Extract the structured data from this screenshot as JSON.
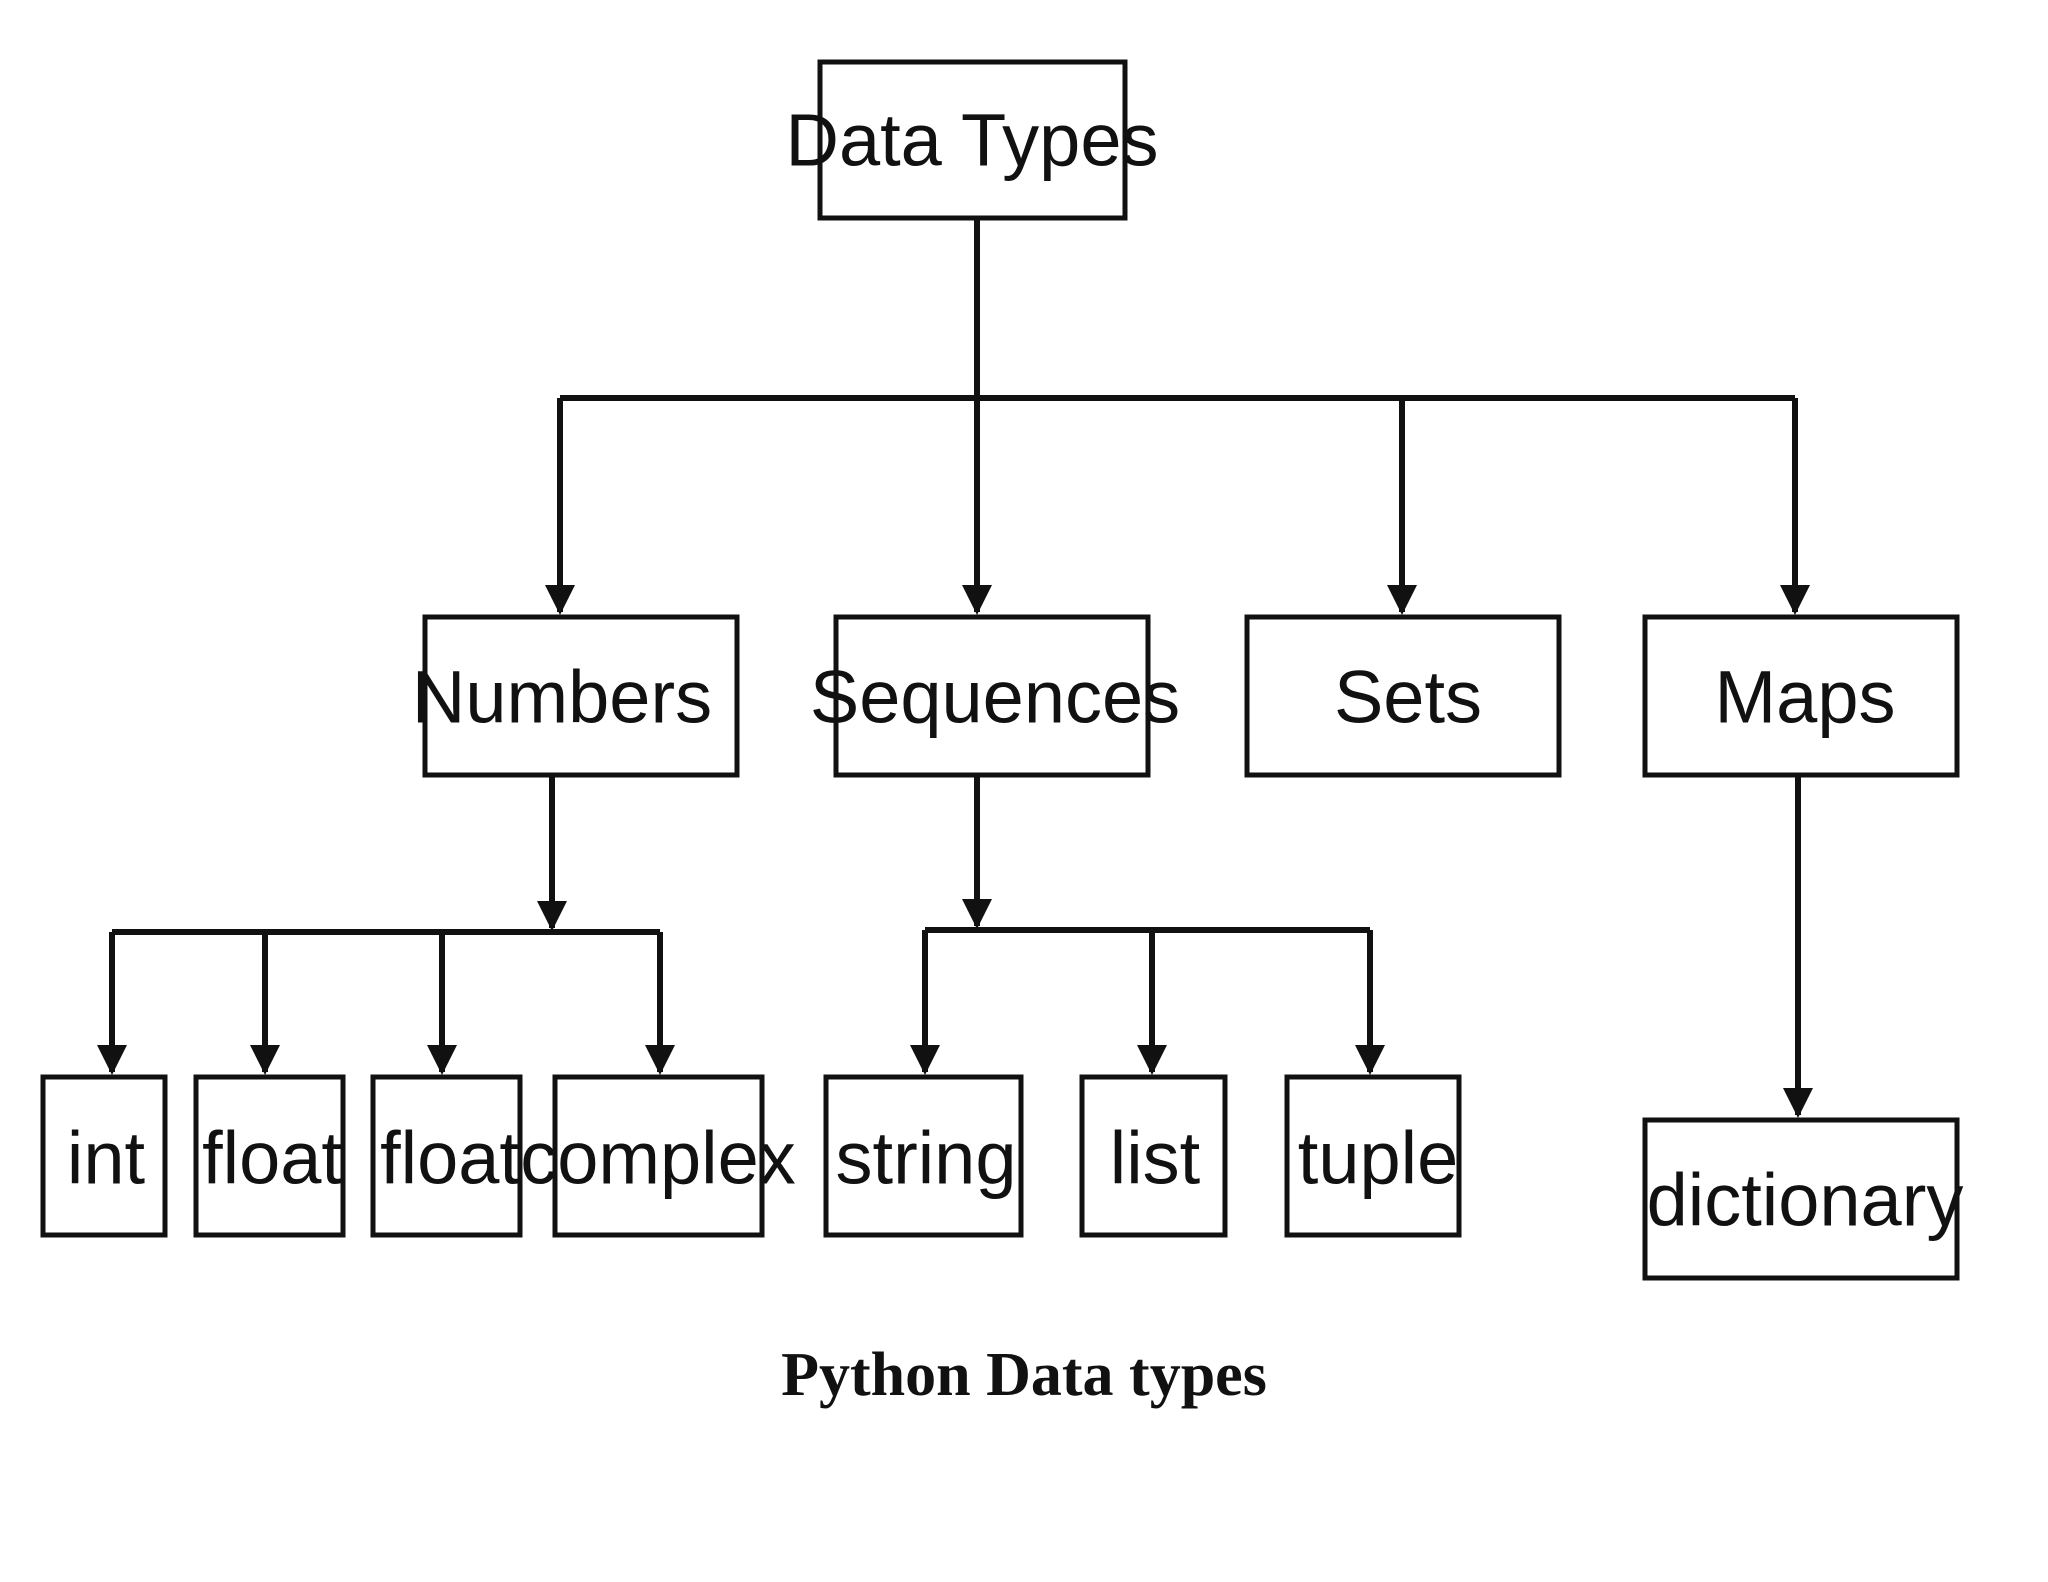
{
  "diagram": {
    "caption": "Python Data types",
    "root": {
      "id": "data-types",
      "label": "Data Types"
    },
    "categories": [
      {
        "id": "numbers",
        "label": "Numbers"
      },
      {
        "id": "sequences",
        "label": "Sequences"
      },
      {
        "id": "sets",
        "label": "Sets"
      },
      {
        "id": "maps",
        "label": "Maps"
      }
    ],
    "leaves": [
      {
        "id": "int",
        "label": "int",
        "parent": "numbers"
      },
      {
        "id": "float-1",
        "label": "float",
        "parent": "numbers"
      },
      {
        "id": "float-2",
        "label": "float",
        "parent": "numbers"
      },
      {
        "id": "complex",
        "label": "complex",
        "parent": "numbers"
      },
      {
        "id": "string",
        "label": "string",
        "parent": "sequences"
      },
      {
        "id": "list",
        "label": "list",
        "parent": "sequences"
      },
      {
        "id": "tuple",
        "label": "tuple",
        "parent": "sequences"
      },
      {
        "id": "dictionary",
        "label": "dictionary",
        "parent": "maps"
      }
    ],
    "colors": {
      "ink": "#111111",
      "background": "#ffffff"
    }
  }
}
